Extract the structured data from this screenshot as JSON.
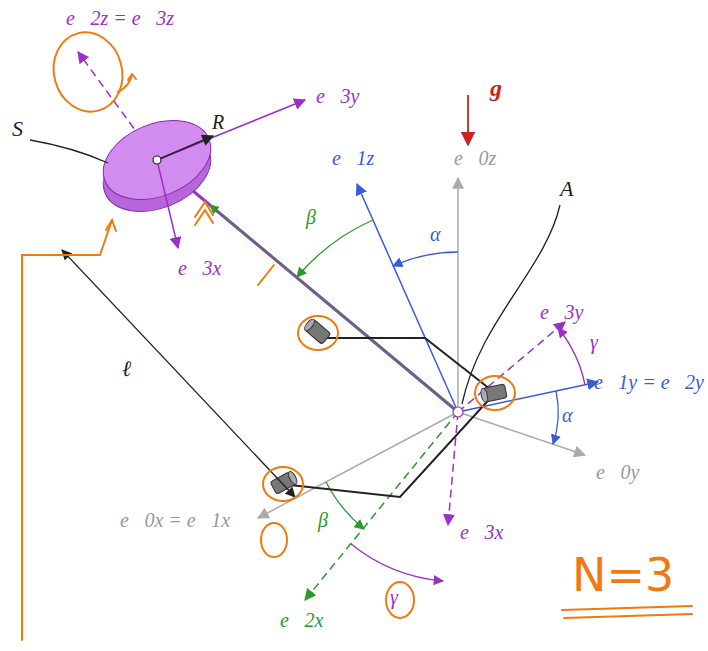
{
  "diagram": {
    "labels": [
      "e⃗2z = e⃗3z",
      "R",
      "e⃗3y",
      "g",
      "S",
      "e⃗1z",
      "α",
      "e⃗0z",
      "A",
      "β",
      "e⃗3x",
      "γ",
      "e⃗1y = e⃗2y",
      "α",
      "e⃗0y",
      "ℓ",
      "e⃗0x = e⃗1x",
      "β",
      "γ",
      "e⃗3x",
      "e⃗3y",
      "e⃗2x",
      "N=3"
    ]
  }
}
